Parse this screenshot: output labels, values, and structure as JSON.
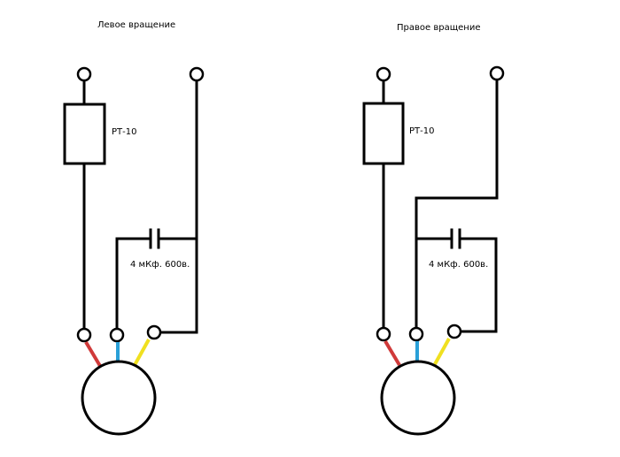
{
  "colors": {
    "wire": "#000000",
    "lead_red": "#d03a3a",
    "lead_blue": "#2aa0d8",
    "lead_yellow": "#f0e020",
    "background": "#ffffff"
  },
  "left": {
    "title": "Левое вращение",
    "relay_label": "РТ-10",
    "capacitor_label": "4 мКф.  600в."
  },
  "right": {
    "title": "Правое вращение",
    "relay_label": "РТ-10",
    "capacitor_label": "4 мКф.  600в."
  }
}
